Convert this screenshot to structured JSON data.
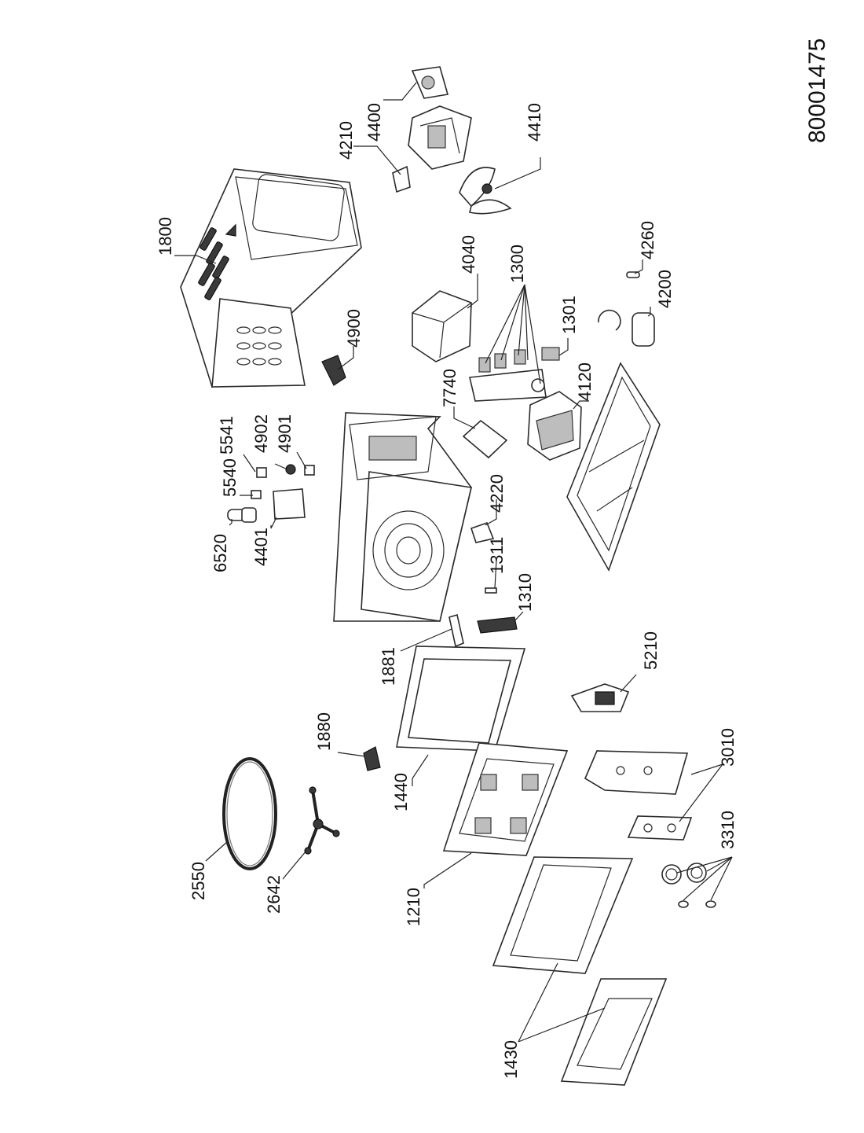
{
  "document_number": "80001475",
  "part_labels": {
    "p4210": "4210",
    "p4400": "4400",
    "p4410": "4410",
    "p1800": "1800",
    "p4040": "4040",
    "p1300": "1300",
    "p4260": "4260",
    "p4200": "4200",
    "p1301": "1301",
    "p4900": "4900",
    "p7740": "7740",
    "p4120": "4120",
    "p5541": "5541",
    "p4902": "4902",
    "p4901": "4901",
    "p5540": "5540",
    "p6520": "6520",
    "p4401": "4401",
    "p4220": "4220",
    "p1311": "1311",
    "p1310": "1310",
    "p1881": "1881",
    "p5210": "5210",
    "p1880": "1880",
    "p1440": "1440",
    "p3010": "3010",
    "p2550": "2550",
    "p2642": "2642",
    "p3310": "3310",
    "p1210": "1210",
    "p1430": "1430"
  }
}
